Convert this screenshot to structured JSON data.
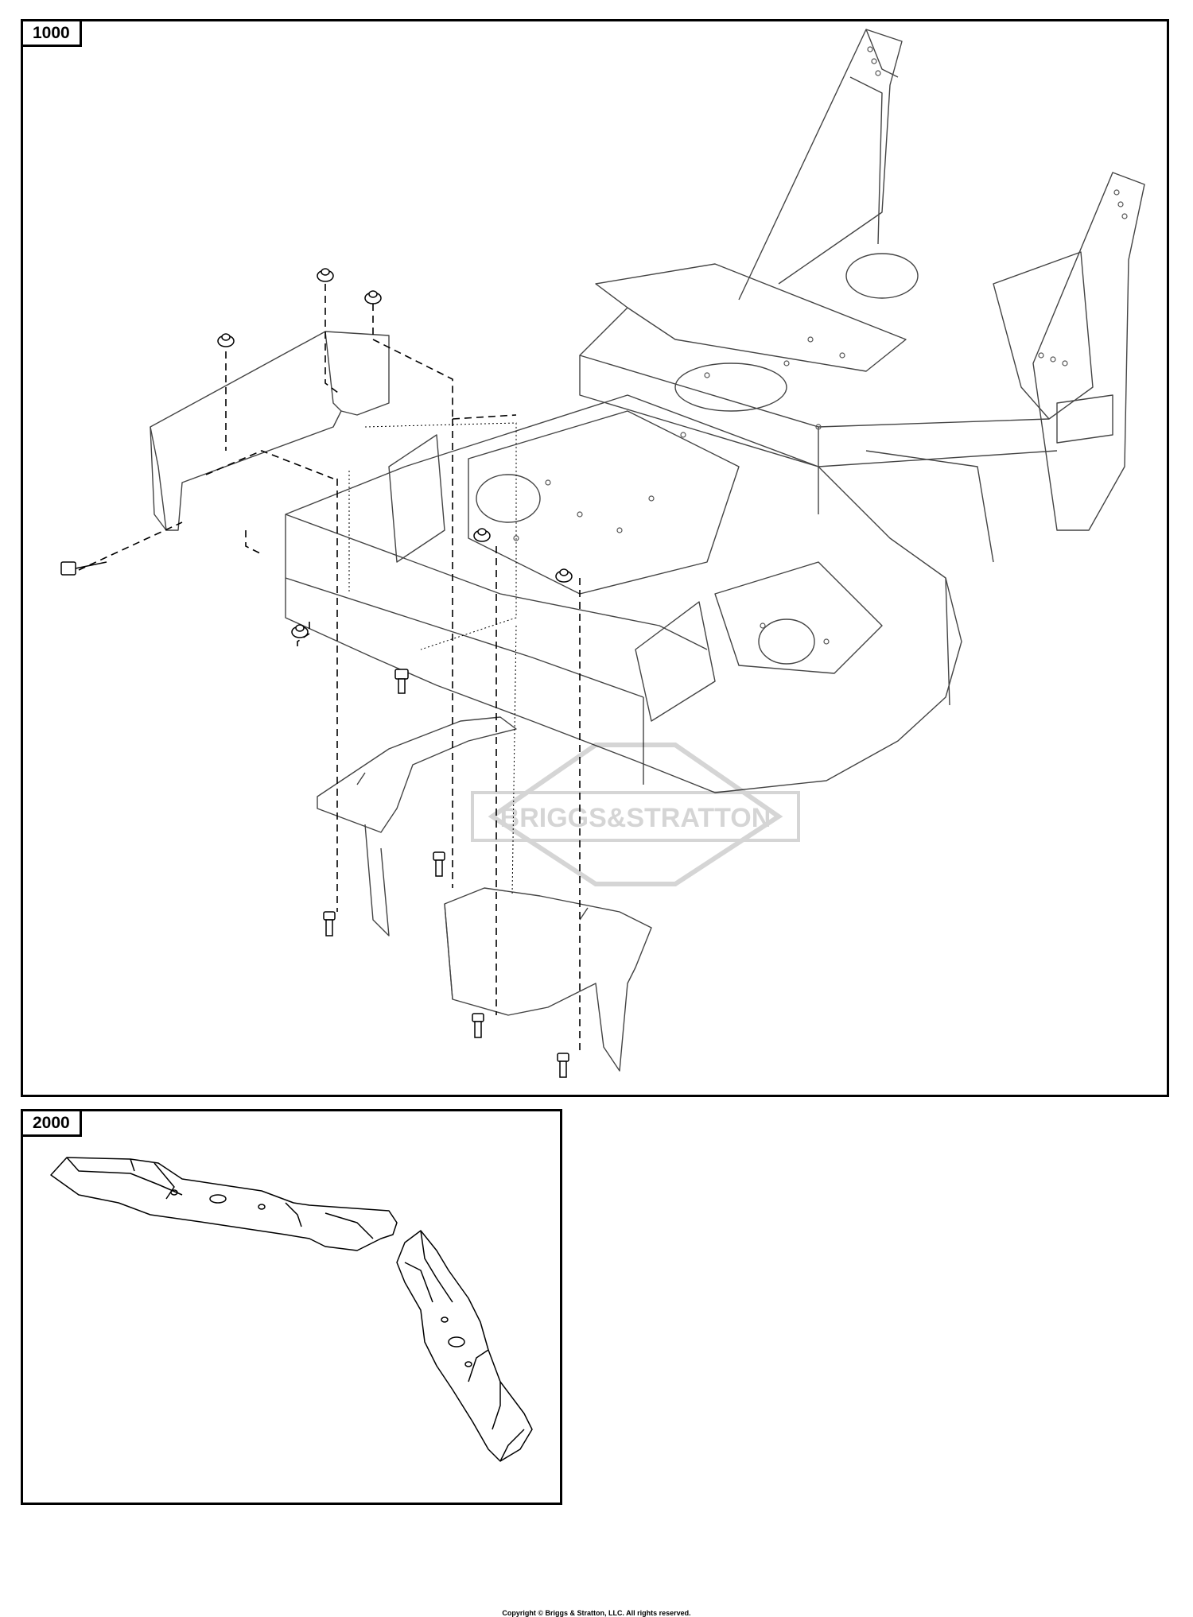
{
  "panels": {
    "main": {
      "label": "1000"
    },
    "blades": {
      "label": "2000"
    }
  },
  "watermark": {
    "logo_text": "BRIGGS&STRATTON"
  },
  "footer": {
    "copyright": "Copyright © Briggs & Stratton, LLC. All rights reserved."
  }
}
